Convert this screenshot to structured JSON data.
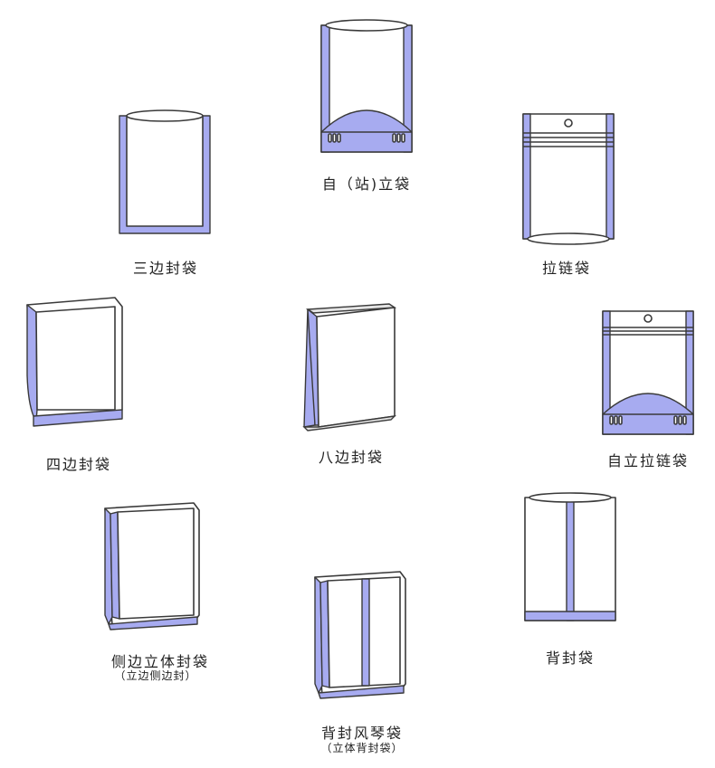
{
  "colors": {
    "seal": "#a7abf0",
    "outline": "#3a3a3a",
    "background": "#ffffff"
  },
  "bags": [
    {
      "id": "stand-up",
      "label": "自（站)立袋"
    },
    {
      "id": "three-side-seal",
      "label": "三边封袋"
    },
    {
      "id": "zipper",
      "label": "拉链袋"
    },
    {
      "id": "four-side-seal",
      "label": "四边封袋"
    },
    {
      "id": "eight-side-seal",
      "label": "八边封袋"
    },
    {
      "id": "stand-up-zipper",
      "label": "自立拉链袋"
    },
    {
      "id": "side-gusset",
      "label": "侧边立体封袋",
      "sublabel": "（立边侧边封）"
    },
    {
      "id": "back-seal",
      "label": "背封袋"
    },
    {
      "id": "back-seal-gusset",
      "label": "背封风琴袋",
      "sublabel": "（立体背封袋）"
    }
  ]
}
